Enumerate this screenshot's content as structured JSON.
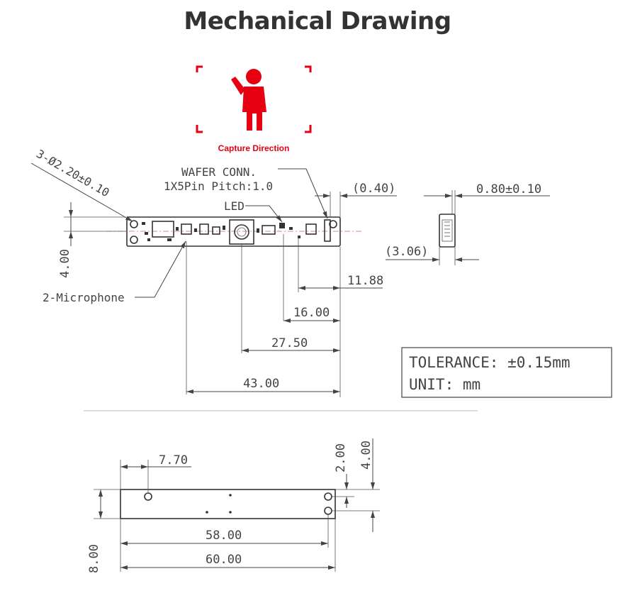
{
  "title": "Mechanical Drawing",
  "capture": {
    "label": "Capture Direction",
    "color": "#e60012"
  },
  "top_view": {
    "hole_callout": "3-Ø2.20±0.10",
    "wafer_line1": "WAFER CONN.",
    "wafer_line2": "1X5Pin Pitch:1.0",
    "led": "LED",
    "mic": "2-Microphone",
    "dim_040": "(0.40)",
    "dim_400": "4.00",
    "dim_1188": "11.88",
    "dim_1600": "16.00",
    "dim_2750": "27.50",
    "dim_4300": "43.00"
  },
  "side_view": {
    "dim_080": "0.80±0.10",
    "dim_306": "(3.06)"
  },
  "tolerance": {
    "line1": "TOLERANCE: ±0.15mm",
    "line2": "UNIT: mm"
  },
  "bottom_view": {
    "dim_770": "7.70",
    "dim_200": "2.00",
    "dim_400": "4.00",
    "dim_800": "8.00",
    "dim_5800": "58.00",
    "dim_6000": "60.00"
  }
}
